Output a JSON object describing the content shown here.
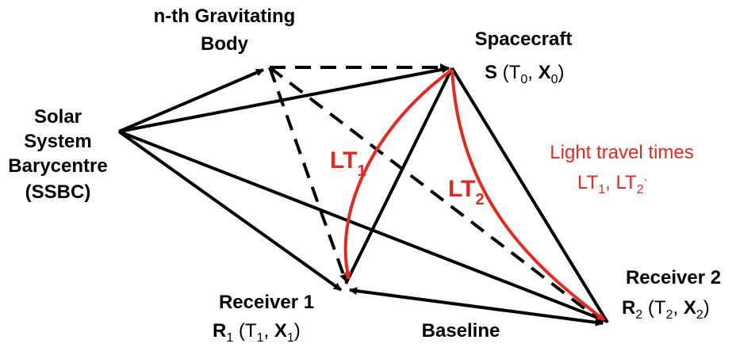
{
  "labels": {
    "gravitating_body": {
      "line1": "n-th Gravitating",
      "line2": "Body"
    },
    "spacecraft": {
      "title": "Spacecraft",
      "symbol": "S",
      "open": " (T",
      "sub_t": "0",
      "comma": ", ",
      "x": "X",
      "sub_x": "0",
      "close": ")"
    },
    "ssbc": {
      "line1": "Solar",
      "line2": "System",
      "line3": "Barycentre",
      "line4": "(SSBC)"
    },
    "receiver1": {
      "title": "Receiver 1",
      "symbol": "R",
      "sub_r": "1",
      "open": " (T",
      "sub_t": "1",
      "comma": ", ",
      "x": "X",
      "sub_x": "1",
      "close": ")"
    },
    "receiver2": {
      "title": "Receiver 2",
      "symbol": "R",
      "sub_r": "2",
      "open": " (T",
      "sub_t": "2",
      "comma": ", ",
      "x": "X",
      "sub_x": "2",
      "close": ")"
    },
    "baseline": "Baseline",
    "lt1": {
      "text": "LT",
      "sub": "1"
    },
    "lt2": {
      "text": "LT",
      "sub": "2"
    },
    "legend": {
      "line1": "Light travel times",
      "lt": "LT",
      "sub1": "1",
      "sep": ", ",
      "lt2": "LT",
      "sub2": "2",
      "tail": "`"
    }
  },
  "colors": {
    "line": "#000000",
    "signal": "#e8281e"
  }
}
